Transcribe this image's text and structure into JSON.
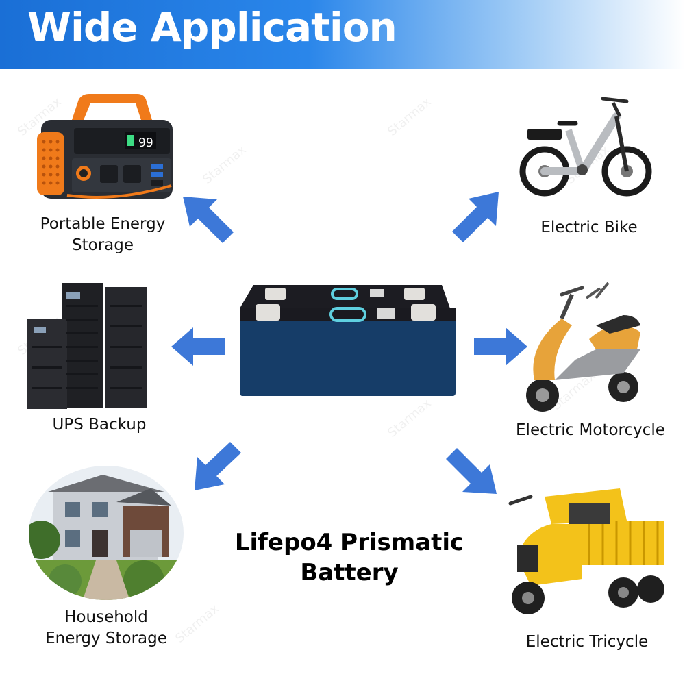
{
  "banner": {
    "title": "Wide Application"
  },
  "center": {
    "line1": "Lifepo4 Prismatic",
    "line2": "Battery"
  },
  "applications": {
    "portable": {
      "line1": "Portable Energy",
      "line2": "Storage"
    },
    "ups": {
      "label": "UPS Backup"
    },
    "household": {
      "line1": "Household",
      "line2": "Energy Storage"
    },
    "bike": {
      "label": "Electric Bike"
    },
    "motorcycle": {
      "label": "Electric Motorcycle"
    },
    "tricycle": {
      "label": "Electric Tricycle"
    }
  },
  "portable_display": {
    "value": "99"
  },
  "watermark": "Starmax",
  "colors": {
    "banner_blue": "#1a6fd6",
    "arrow_blue": "#3d78d8",
    "battery_blue": "#163d68",
    "accent_orange": "#f07a1a",
    "tricycle_yellow": "#f3c21a"
  }
}
